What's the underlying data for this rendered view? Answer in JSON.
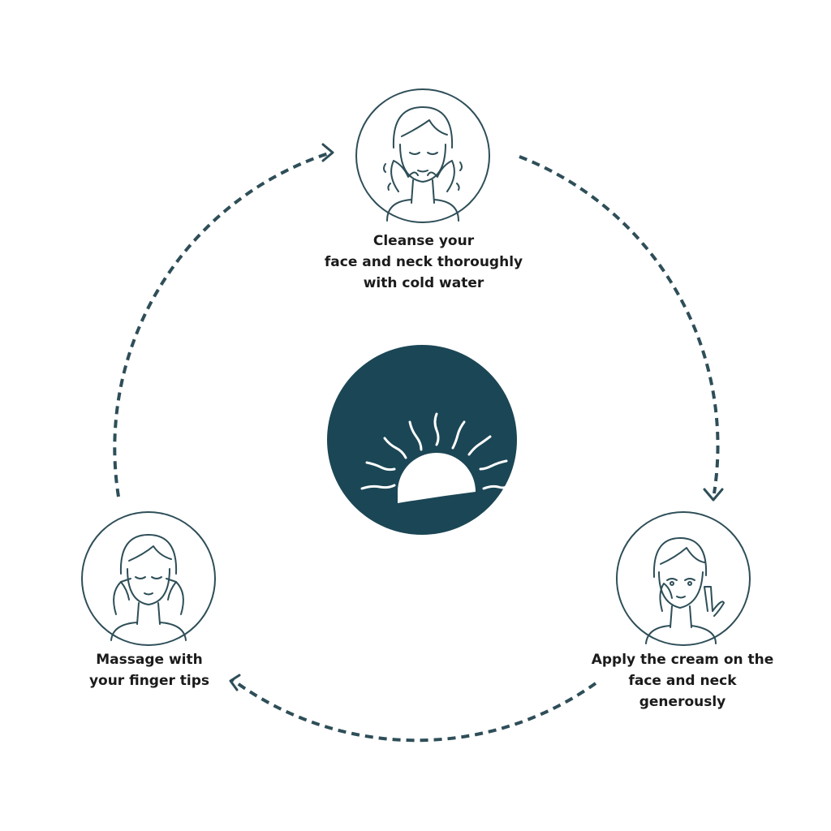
{
  "colors": {
    "accent": "#1b4655",
    "line": "#2e4e58",
    "text": "#1b1b1b",
    "background": "#ffffff"
  },
  "center": {
    "icon": "sunrise-icon"
  },
  "steps": [
    {
      "icon": "face-washing-icon",
      "caption": [
        "Cleanse your",
        "face and neck thoroughly",
        "with cold water"
      ]
    },
    {
      "icon": "apply-cream-icon",
      "caption": [
        "Apply the cream on the",
        "face and neck",
        "generously"
      ]
    },
    {
      "icon": "massage-face-icon",
      "caption": [
        "Massage with",
        "your finger tips"
      ]
    }
  ]
}
